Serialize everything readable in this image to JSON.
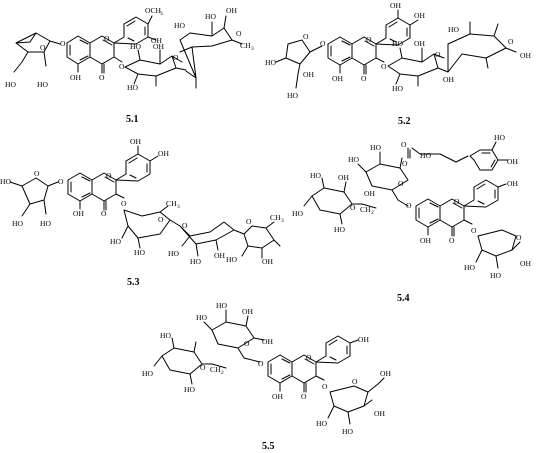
{
  "structures": [
    {
      "label": "5.1",
      "atoms": {
        "ho_a": "HO",
        "ho_b": "HO",
        "o_bridge": "O",
        "o_link": "O",
        "och3_O": "OCH",
        "och3_sub": "3",
        "oh_b": "OH",
        "oh_5": "OH",
        "c_o": "O",
        "o3": "O",
        "o_ring": "O",
        "g_ho1": "HO",
        "g_ho2": "HO",
        "g_o": "O",
        "g_oh": "OH",
        "r_o": "O",
        "r_oh": "OH",
        "r_ho1": "HO",
        "r_ho2": "HO",
        "r_ch3": "CH",
        "r_ch3_sub": "3"
      }
    },
    {
      "label": "5.2",
      "atoms": {
        "a_o": "O",
        "a_oh": "OH",
        "a_ho": "HO",
        "a_ho2": "HO",
        "o_link": "O",
        "oh_b1": "OH",
        "oh_b2": "OH",
        "oh_5": "OH",
        "c_o": "O",
        "o3": "O",
        "o_ring": "O",
        "g_ho1": "HO",
        "g_ho2": "HO",
        "g_o": "O",
        "g_oh1": "OH",
        "g_oh2": "OH",
        "s_o": "O",
        "s_oh": "OH"
      }
    },
    {
      "label": "5.3",
      "atoms": {
        "a_o": "O",
        "a_ho1": "HO",
        "a_ho2": "HO",
        "a_ho3": "HO",
        "o_link": "O",
        "oh_b1": "OH",
        "oh_b2": "OH",
        "oh_5": "OH",
        "c_o": "O",
        "o3": "O",
        "o_ring": "O",
        "r1_ho": "HO",
        "r1_o": "O",
        "r1_ch3": "CH",
        "r1_ch3_sub": "3",
        "r2_o": "O",
        "r2_ho1": "HO",
        "r2_ho2": "HO",
        "r2_ho3": "HO",
        "r2_oh1": "OH",
        "r3_o": "O",
        "r3_ho": "HO",
        "r3_oh": "OH",
        "r3_ch3": "CH",
        "r3_ch3_sub": "3"
      }
    },
    {
      "label": "5.4",
      "atoms": {
        "c_o1": "O",
        "c_o2": "O",
        "c_ho": "HO",
        "c_oh": "OH",
        "g_ho1": "HO",
        "g_ho2": "HO",
        "g_o": "O",
        "g_oh": "OH",
        "t_ho1": "HO",
        "t_ho2": "HO",
        "t_ho3": "HO",
        "t_o": "O",
        "t_ch2": "CH",
        "t_ch2_sub": "2",
        "t_o2": "O",
        "o_link": "O",
        "oh_b": "OH",
        "oh_5": "OH",
        "c_o": "O",
        "o3": "O",
        "o_ring": "O",
        "a_o": "O",
        "a_ho1": "HO",
        "a_ho2": "HO",
        "a_oh": "OH"
      }
    },
    {
      "label": "5.5",
      "atoms": {
        "g_ho1": "HO",
        "g_ho2": "HO",
        "g_o": "O",
        "g_oh1": "OH",
        "g_oh2": "OH",
        "t_ho1": "HO",
        "t_ho2": "HO",
        "t_ho3": "HO",
        "t_o": "O",
        "t_ch2": "CH",
        "t_ch2_sub": "2",
        "t_o2": "O",
        "o_link": "O",
        "oh_b": "OH",
        "oh_5": "OH",
        "c_o": "O",
        "o3": "O",
        "o_ring": "O",
        "a_o": "O",
        "a_ho1": "HO",
        "a_ho2": "HO",
        "a_oh1": "OH",
        "a_oh2": "OH"
      }
    }
  ]
}
